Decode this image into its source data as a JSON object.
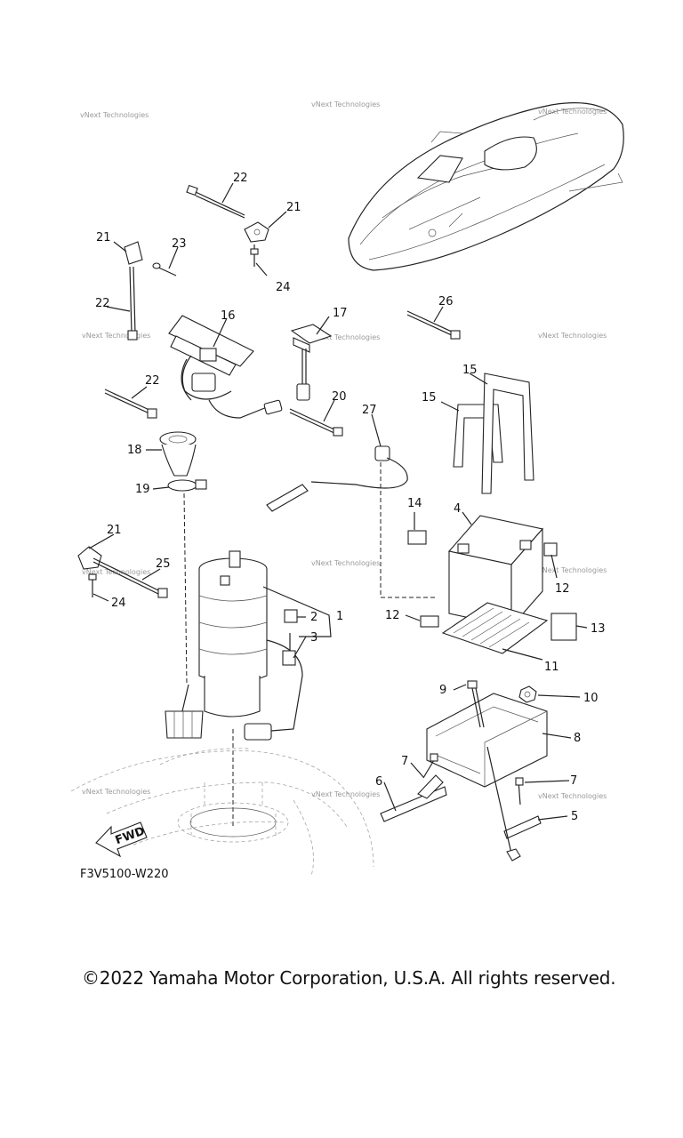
{
  "diagram": {
    "code": "F3V5100-W220",
    "copyright": "©2022 Yamaha Motor Corporation, U.S.A. All rights reserved.",
    "fwd_label": "FWD",
    "watermark": "vNext Technologies",
    "callouts": [
      "1",
      "2",
      "3",
      "4",
      "5",
      "6",
      "7",
      "7",
      "8",
      "9",
      "10",
      "11",
      "12",
      "12",
      "13",
      "14",
      "15",
      "15",
      "16",
      "17",
      "18",
      "19",
      "20",
      "21",
      "21",
      "21",
      "22",
      "22",
      "22",
      "23",
      "24",
      "24",
      "25",
      "26",
      "27"
    ]
  }
}
